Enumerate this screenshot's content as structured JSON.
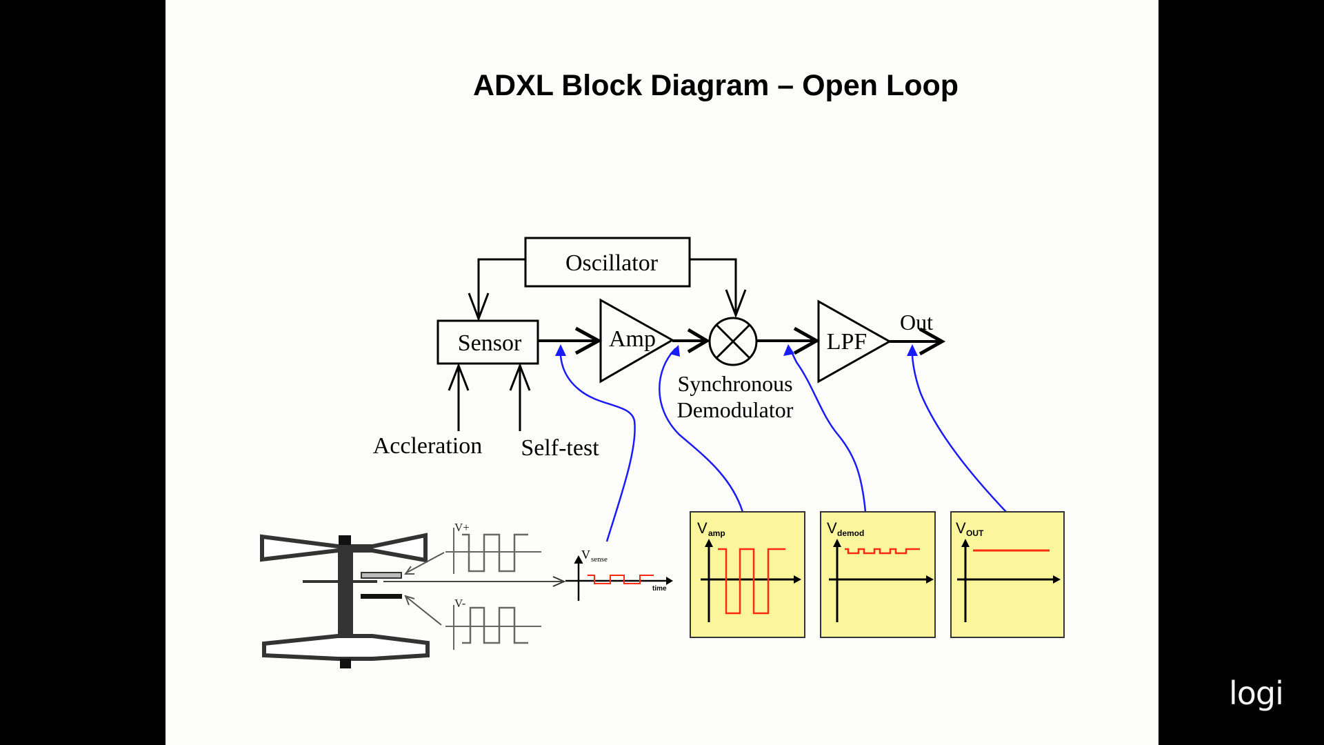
{
  "slide": {
    "title": "ADXL Block Diagram – Open Loop",
    "background": "#fdfdfb"
  },
  "blocks": {
    "oscillator": "Oscillator",
    "sensor": "Sensor",
    "amp": "Amp",
    "lpf": "LPF",
    "out": "Out",
    "demodulator_line1": "Synchronous",
    "demodulator_line2": "Demodulator"
  },
  "inputs": {
    "acceleration": "Accleration",
    "self_test": "Self-test"
  },
  "sensor_drawing": {
    "v_plus_label": "V+",
    "v_minus_label": "V-"
  },
  "signal_plots": {
    "vsense": {
      "label_main": "V",
      "label_sub": "sense",
      "x_axis_label": "time"
    },
    "vamp": {
      "label_main": "V",
      "label_sub": "amp"
    },
    "vdemod": {
      "label_main": "V",
      "label_sub": "demod"
    },
    "vout": {
      "label_main": "V",
      "label_sub": "OUT"
    }
  },
  "colors": {
    "annotation_arrow": "#1a1aff",
    "signal_trace": "#ff2a10",
    "plot_panel": "#fbf59c",
    "line": "#000000"
  },
  "logo": {
    "text": "logi"
  }
}
